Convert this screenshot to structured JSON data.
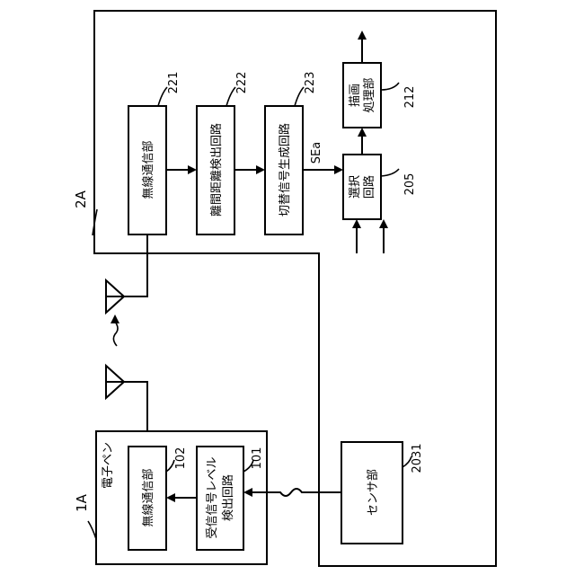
{
  "device_2a": {
    "label": "2A",
    "wireless_block": {
      "text": "無線通信部",
      "ref": "221"
    },
    "distance_block": {
      "text": "離間距離検出回路",
      "ref": "222"
    },
    "switch_signal_block": {
      "text": "切替信号生成回路",
      "ref": "223"
    },
    "signal_label": "SEa",
    "select_block": {
      "line1": "選択",
      "line2": "回路",
      "ref": "205"
    },
    "render_block": {
      "line1": "描画",
      "line2": "処理部",
      "ref": "212"
    }
  },
  "pen_1a": {
    "label": "1A",
    "title": "電子ペン",
    "wireless_block": {
      "text": "無線通信部",
      "ref": "102"
    },
    "level_block": {
      "line1": "受信信号レベル",
      "line2": "検出回路",
      "ref": "101"
    }
  },
  "sensor": {
    "text": "センサ部",
    "ref": "2031"
  }
}
